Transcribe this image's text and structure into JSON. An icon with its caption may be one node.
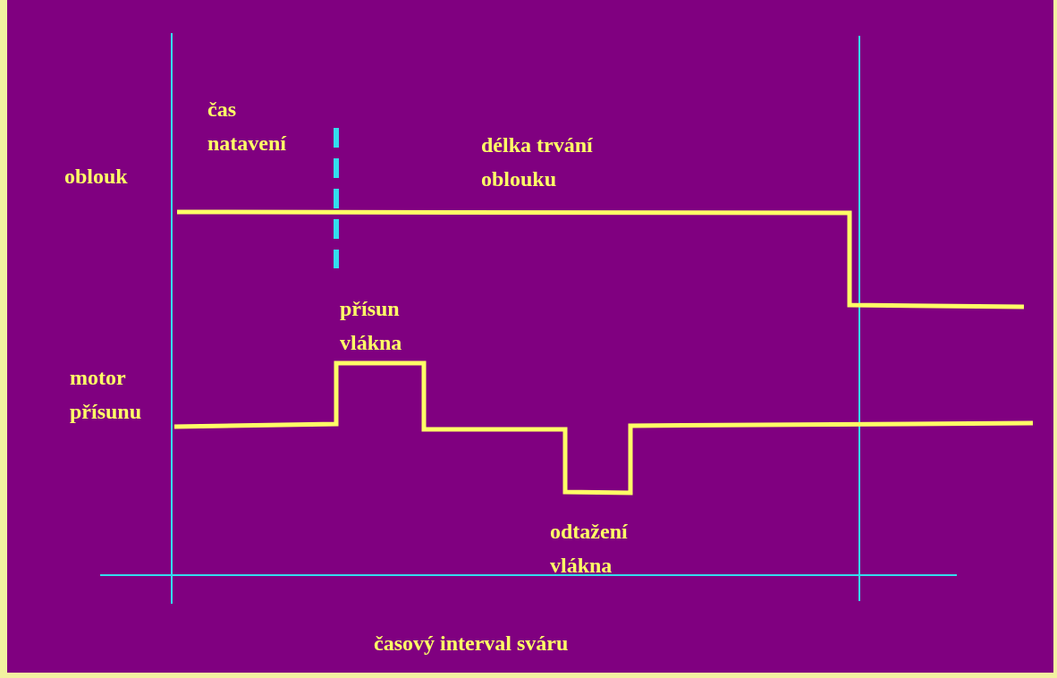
{
  "diagram": {
    "labels": [
      "čas natavení",
      "délka trvání oblouku",
      "oblouk",
      "přísun vlákna",
      "motor přísunu",
      "odtažení vlákna",
      "časový interval sváru"
    ]
  }
}
